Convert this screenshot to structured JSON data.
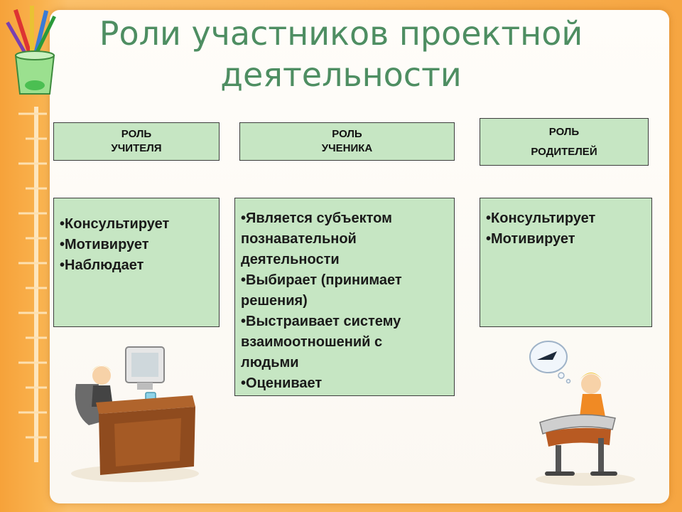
{
  "slide": {
    "title_line1": "Роли участников проектной",
    "title_line2": "деятельности"
  },
  "roles": [
    {
      "head_line1": "РОЛЬ",
      "head_line2": "УЧИТЕЛЯ",
      "items": [
        "Консультирует",
        "Мотивирует",
        "Наблюдает"
      ]
    },
    {
      "head_line1": "РОЛЬ",
      "head_line2": "УЧЕНИКА",
      "items": [
        "Является субъектом познавательной деятельности",
        "Выбирает (принимает решения)",
        "Выстраивает систему взаимоотношений с людьми",
        "Оценивает"
      ]
    },
    {
      "head_line1": "РОЛЬ",
      "head_line2": "РОДИТЕЛЕЙ",
      "items": [
        "Консультирует",
        "Мотивирует"
      ]
    }
  ],
  "colors": {
    "background": "#f6a23a",
    "title": "#4e8e62",
    "box_fill": "#c6e6c3",
    "box_border": "#3d3d3d"
  },
  "icons": [
    "pencil-cup-icon",
    "ruler-icon",
    "teacher-at-computer-icon",
    "student-at-desk-icon"
  ]
}
